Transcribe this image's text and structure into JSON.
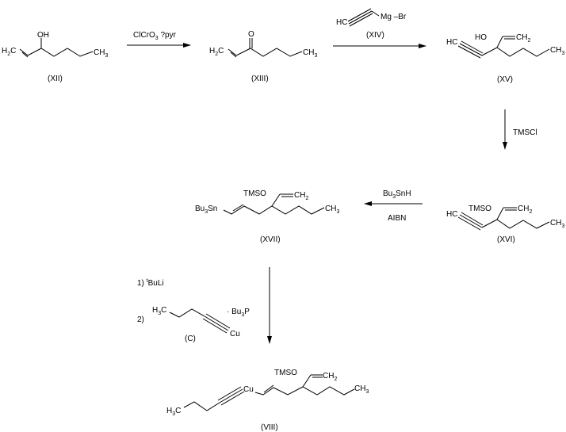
{
  "compounds": {
    "XII": {
      "label": "(XII)",
      "OH": "OH",
      "H2C": [
        "H",
        "2",
        "C"
      ],
      "CH3": [
        "CH",
        "3"
      ]
    },
    "XIII": {
      "label": "(XIII)",
      "O": "O",
      "H2C": [
        "H",
        "2",
        "C"
      ],
      "CH3": [
        "CH",
        "3"
      ]
    },
    "XIV": {
      "label": "(XIV)",
      "HC": "HC",
      "MgBr": "Mg –Br"
    },
    "XV": {
      "label": "(XV)",
      "HC": "HC",
      "HO": "HO",
      "CH2": [
        "CH",
        "2"
      ],
      "CH3": [
        "CH",
        "3"
      ]
    },
    "XVI": {
      "label": "(XVI)",
      "HC": "HC",
      "TMSO": "TMSO",
      "CH2": [
        "CH",
        "2"
      ],
      "CH3": [
        "CH",
        "3"
      ]
    },
    "XVII": {
      "label": "(XVII)",
      "Bu3Sn": [
        "Bu",
        "3",
        "Sn"
      ],
      "TMSO": "TMSO",
      "CH2": [
        "CH",
        "2"
      ],
      "CH3": [
        "CH",
        "3"
      ]
    },
    "C": {
      "label": "(C)",
      "H3C": [
        "H",
        "3",
        "C"
      ],
      "Cu": "Cu",
      "Bu3P": [
        "· Bu",
        "3",
        "P"
      ]
    },
    "VIII": {
      "label": "(VIII)",
      "H3C": [
        "H",
        "3",
        "C"
      ],
      "Cu": "Cu",
      "TMSO": "TMSO",
      "CH2": [
        "CH",
        "2"
      ],
      "CH3": [
        "CH",
        "3"
      ]
    }
  },
  "reagents": {
    "step1": [
      "ClCrO",
      "3",
      " ?pyr"
    ],
    "step3": "TMSCl",
    "step4_top": [
      "Bu",
      "3",
      "SnH"
    ],
    "step4_bottom": "AIBN",
    "step5_1": [
      "1)  ",
      "t",
      "BuLi"
    ],
    "step5_2": "2)"
  }
}
